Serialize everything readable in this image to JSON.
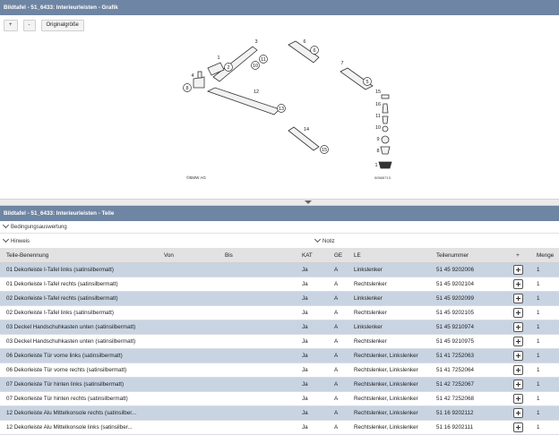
{
  "graphic_panel": {
    "title": "Bildtafel - 51_6433: Interieurleisten - Grafik",
    "zoom_in": "+",
    "zoom_out": "-",
    "original_size": "Originalgröße",
    "callouts": [
      "1",
      "2",
      "3",
      "4",
      "5",
      "6",
      "7",
      "8",
      "9",
      "10",
      "11",
      "12",
      "13",
      "14",
      "15",
      "16"
    ],
    "copyright": "©BMW AG",
    "drawing_number": "00565713"
  },
  "parts_panel": {
    "title": "Bildtafel - 51_6433: Interieurleisten - Teile",
    "conditions": "Bedingungsauswertung",
    "hint": "Hinweis",
    "note": "Notiz",
    "columns": [
      "Teile-Benennung",
      "Von",
      "Bis",
      "KAT",
      "GE",
      "LE",
      "Teilenummer",
      "+",
      "Menge"
    ],
    "rows": [
      [
        "01 Dekorleiste I-Tafel links (satinsilbermatt)",
        "",
        "",
        "Ja",
        "A",
        "Linkslenker",
        "51 45 9202006",
        "1"
      ],
      [
        "01 Dekorleiste I-Tafel rechts (satinsilbermatt)",
        "",
        "",
        "Ja",
        "A",
        "Rechtslenker",
        "51 45 9202104",
        "1"
      ],
      [
        "02 Dekorleiste I-Tafel rechts (satinsilbermatt)",
        "",
        "",
        "Ja",
        "A",
        "Linkslenker",
        "51 45 9202099",
        "1"
      ],
      [
        "02 Dekorleiste I-Tafel links (satinsilbermatt)",
        "",
        "",
        "Ja",
        "A",
        "Rechtslenker",
        "51 45 9202105",
        "1"
      ],
      [
        "03 Deckel Handschuhkasten unten (satinsilbermatt)",
        "",
        "",
        "Ja",
        "A",
        "Linkslenker",
        "51 45 9210974",
        "1"
      ],
      [
        "03 Deckel Handschuhkasten unten (satinsilbermatt)",
        "",
        "",
        "Ja",
        "A",
        "Rechtslenker",
        "51 45 9210975",
        "1"
      ],
      [
        "06 Dekorleiste Tür vorne links (satinsilbermatt)",
        "",
        "",
        "Ja",
        "A",
        "Rechtslenker, Linkslenker",
        "51 41 7252063",
        "1"
      ],
      [
        "06 Dekorleiste Tür vorne rechts (satinsilbermatt)",
        "",
        "",
        "Ja",
        "A",
        "Rechtslenker, Linkslenker",
        "51 41 7252064",
        "1"
      ],
      [
        "07 Dekorleiste Tür hinten links (satinsilbermatt)",
        "",
        "",
        "Ja",
        "A",
        "Rechtslenker, Linkslenker",
        "51 42 7252067",
        "1"
      ],
      [
        "07 Dekorleiste Tür hinten rechts (satinsilbermatt)",
        "",
        "",
        "Ja",
        "A",
        "Rechtslenker, Linkslenker",
        "51 42 7252068",
        "1"
      ],
      [
        "12 Dekorleiste Alu Mittelkonsole rechts (satinsilber...",
        "",
        "",
        "Ja",
        "A",
        "Rechtslenker, Linkslenker",
        "51 16 9202112",
        "1"
      ],
      [
        "12 Dekorleiste Alu Mittelkonsole links (satinsilber...",
        "",
        "",
        "Ja",
        "A",
        "Rechtslenker, Linkslenker",
        "51 16 9202111",
        "1"
      ]
    ]
  }
}
